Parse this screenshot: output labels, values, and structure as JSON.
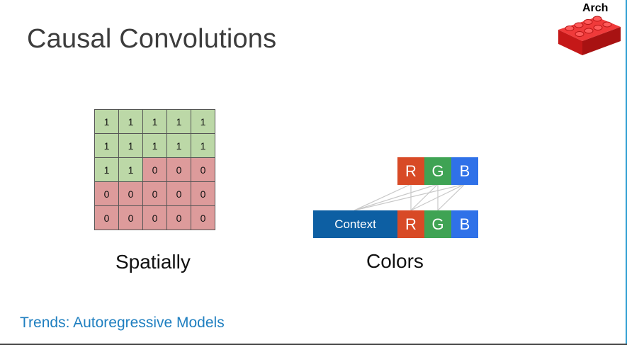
{
  "slide": {
    "title": "Causal Convolutions",
    "corner_label": "Arch",
    "footer": "Trends: Autoregressive Models"
  },
  "spatial": {
    "caption": "Spatially",
    "grid": [
      [
        "1",
        "1",
        "1",
        "1",
        "1"
      ],
      [
        "1",
        "1",
        "1",
        "1",
        "1"
      ],
      [
        "1",
        "1",
        "0",
        "0",
        "0"
      ],
      [
        "0",
        "0",
        "0",
        "0",
        "0"
      ],
      [
        "0",
        "0",
        "0",
        "0",
        "0"
      ]
    ]
  },
  "colors": {
    "caption": "Colors",
    "top_row": [
      "R",
      "G",
      "B"
    ],
    "bottom_row": {
      "context_label": "Context",
      "letters": [
        "R",
        "G",
        "B"
      ]
    }
  },
  "palette": {
    "red": "#d84a26",
    "green": "#3fa354",
    "blue": "#2f71e8",
    "context": "#0d5fa3",
    "one_cell": "#bcd8a7",
    "zero_cell": "#dd9b9b",
    "brick": "#e02020"
  }
}
